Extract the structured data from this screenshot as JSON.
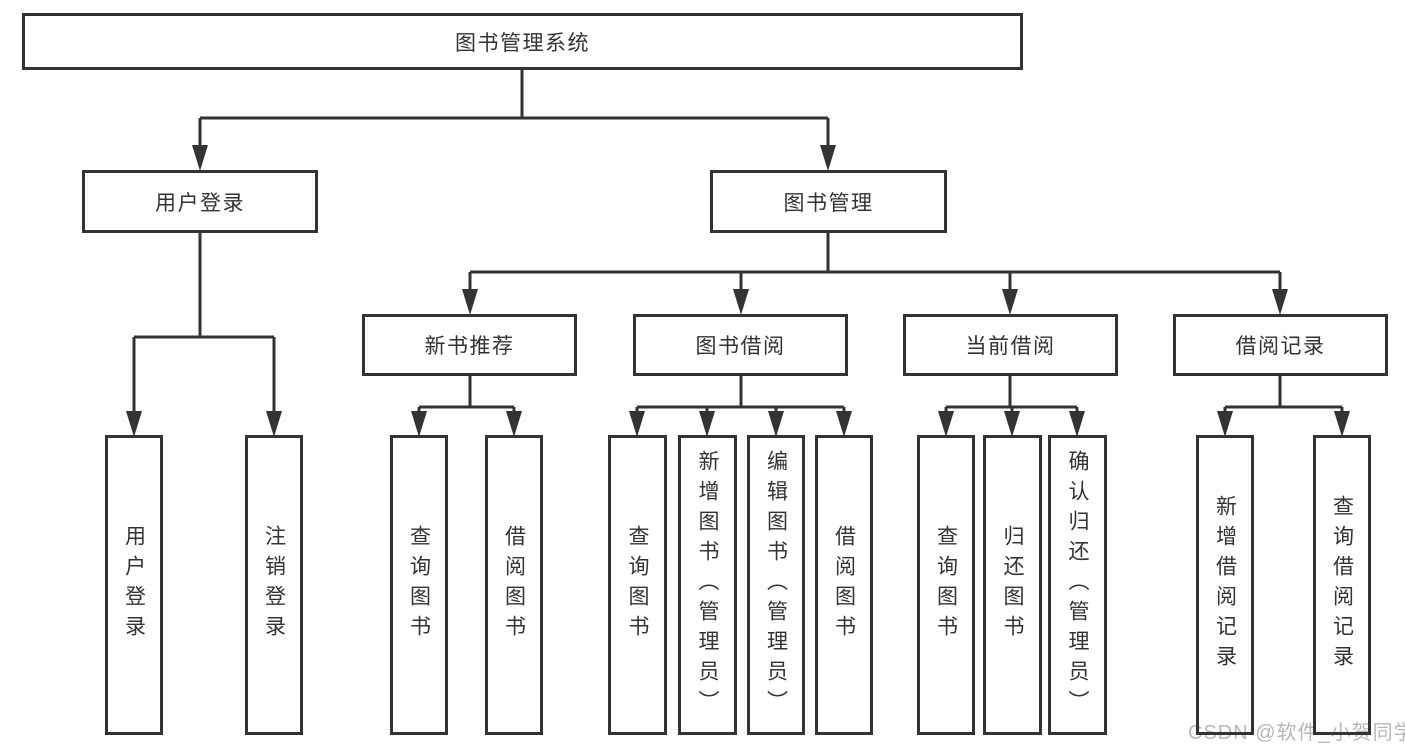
{
  "root": {
    "label": "图书管理系统"
  },
  "branches": [
    {
      "label": "用户登录",
      "children": [
        {
          "label": "用户登录"
        },
        {
          "label": "注销登录"
        }
      ]
    },
    {
      "label": "图书管理",
      "sections": [
        {
          "label": "新书推荐",
          "children": [
            {
              "label": "查询图书"
            },
            {
              "label": "借阅图书"
            }
          ]
        },
        {
          "label": "图书借阅",
          "children": [
            {
              "label": "查询图书"
            },
            {
              "label": "新增图书（管理员）"
            },
            {
              "label": "编辑图书（管理员）"
            },
            {
              "label": "借阅图书"
            }
          ]
        },
        {
          "label": "当前借阅",
          "children": [
            {
              "label": "查询图书"
            },
            {
              "label": "归还图书"
            },
            {
              "label": "确认归还（管理员）"
            }
          ]
        },
        {
          "label": "借阅记录",
          "children": [
            {
              "label": "新增借阅记录"
            },
            {
              "label": "查询借阅记录"
            }
          ]
        }
      ]
    }
  ],
  "watermark": {
    "text": "CSDN @软件_小贺同学"
  },
  "colors": {
    "line": "#333333",
    "text": "#333333",
    "background": "#ffffff",
    "watermark": "#b7b7b7"
  }
}
